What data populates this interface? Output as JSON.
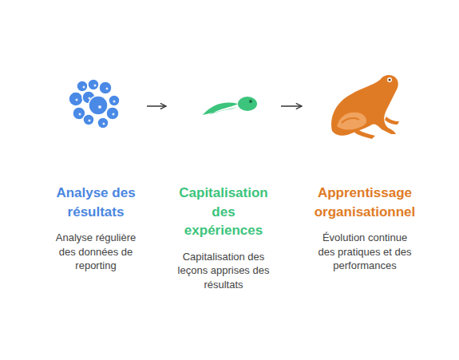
{
  "diagram": {
    "nodes": [
      {
        "text": [
          "Analyse des résultats",
          "Analyse régulière des données de reporting"
        ]
      },
      {
        "text": [
          "Capitalisation des expériences",
          "Capitalisation des leçons apprises des résultats"
        ]
      },
      {
        "text": [
          "Apprentissage organisationnel",
          "Évolution continue des pratiques et des performances"
        ]
      }
    ],
    "edges": [
      {
        "from": 0,
        "to": 1,
        "arrow": "to"
      },
      {
        "from": 1,
        "to": 2,
        "arrow": "to"
      }
    ]
  }
}
